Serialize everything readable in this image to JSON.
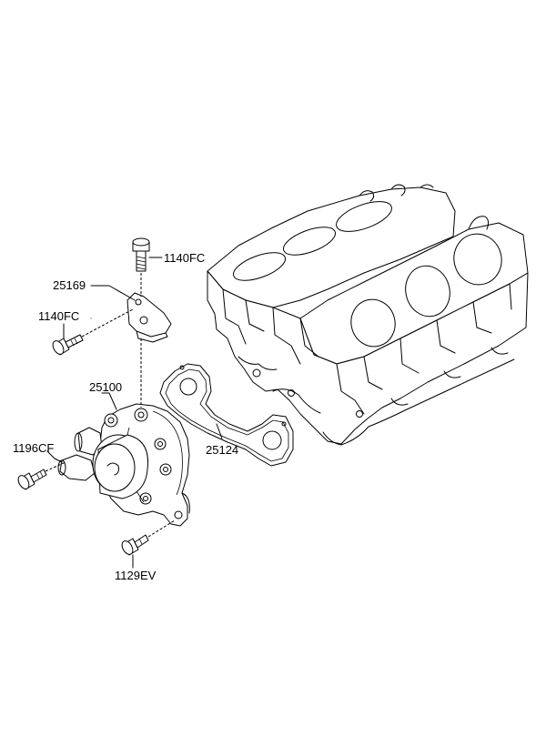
{
  "labels": {
    "bolt_top": "1140FC",
    "bracket": "25169",
    "bolt_bracket": "1140FC",
    "water_pump": "25100",
    "bolt_left": "1196CF",
    "gasket": "25124",
    "bolt_bottom": "1129EV"
  },
  "colors": {
    "line": "#000000",
    "background": "#ffffff"
  }
}
